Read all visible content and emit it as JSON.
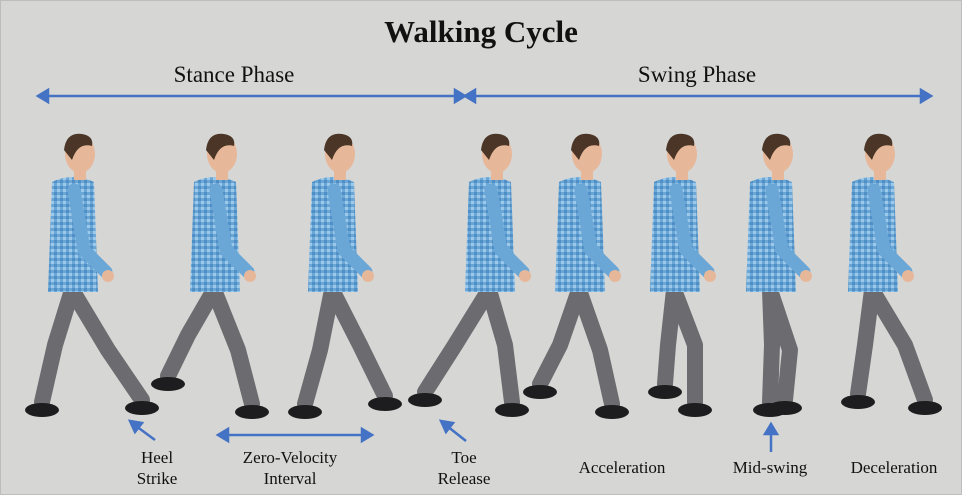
{
  "title": "Walking Cycle",
  "phases": {
    "stance": "Stance Phase",
    "swing": "Swing Phase"
  },
  "labels": {
    "heel_strike": [
      "Heel",
      "Strike"
    ],
    "zero_velocity": [
      "Zero-Velocity",
      "Interval"
    ],
    "toe_release": [
      "Toe",
      "Release"
    ],
    "acceleration": "Acceleration",
    "mid_swing": "Mid-swing",
    "deceleration": "Deceleration"
  },
  "colors": {
    "arrow": "#4472c4",
    "background": "#d6d6d4",
    "shirt": "#6aa7d6",
    "pants": "#6b6b70",
    "skin": "#e7b79a",
    "hair": "#4a3526",
    "shoe": "#1d1d1f"
  }
}
